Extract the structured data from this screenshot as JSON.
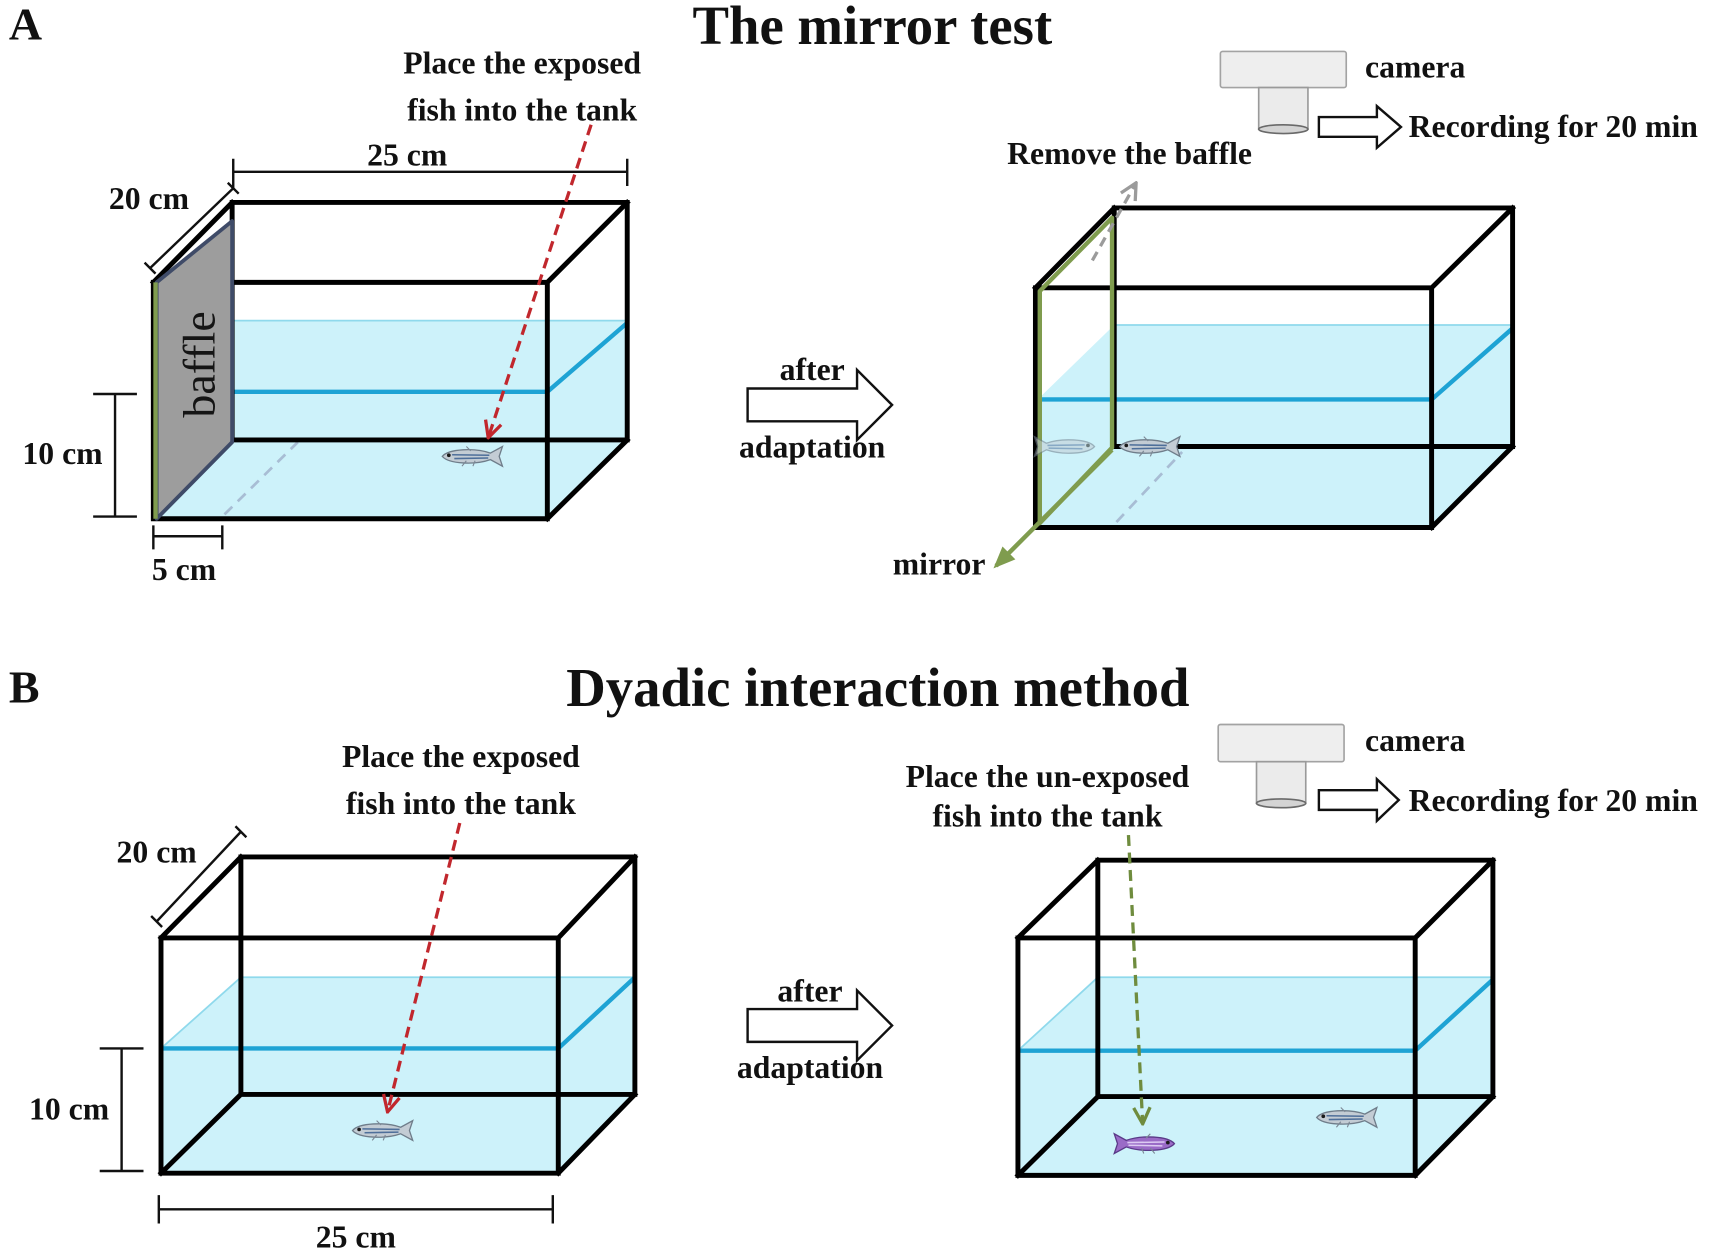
{
  "panel_a": {
    "label": "A",
    "title": "The mirror test",
    "place_fish": [
      "Place the exposed",
      "fish into the tank"
    ],
    "tank_length": "25 cm",
    "tank_width": "20 cm",
    "water_height": "10 cm",
    "baffle_distance": "5 cm",
    "baffle": "baffle",
    "transition": [
      "after",
      "adaptation"
    ],
    "remove_baffle": "Remove the baffle",
    "mirror": "mirror",
    "camera": "camera",
    "recording": "Recording for 20 min"
  },
  "panel_b": {
    "label": "B",
    "title": "Dyadic interaction method",
    "place_exposed": [
      "Place the exposed",
      "fish into the tank"
    ],
    "tank_width": "20 cm",
    "water_height": "10 cm",
    "tank_length": "25 cm",
    "transition": [
      "after",
      "adaptation"
    ],
    "place_unexposed": [
      "Place the un-exposed",
      "fish into the tank"
    ],
    "camera": "camera",
    "recording": "Recording for 20 min"
  },
  "icons": {
    "camera": "camera-icon",
    "fish": "fish-icon",
    "transition": "hollow-arrow-icon"
  },
  "colors": {
    "water_fill": "#cdf2fa",
    "water_line": "#1ea3d4",
    "water_back_line": "#8fd9ec",
    "frame": "#000000",
    "hidden_edge": "#a8bdd4",
    "baffle_fill": "#9d9d9d",
    "baffle_edge": "#3f4b68",
    "mirror_green": "#7f9c4e",
    "exposed_arrow": "#c1272d",
    "unexposed_arrow": "#6f8c3e",
    "baffle_removal_arrow": "#9b9b9b",
    "fish_gray": "#c3ccd4",
    "fish_purple": "#9a6bc7"
  }
}
